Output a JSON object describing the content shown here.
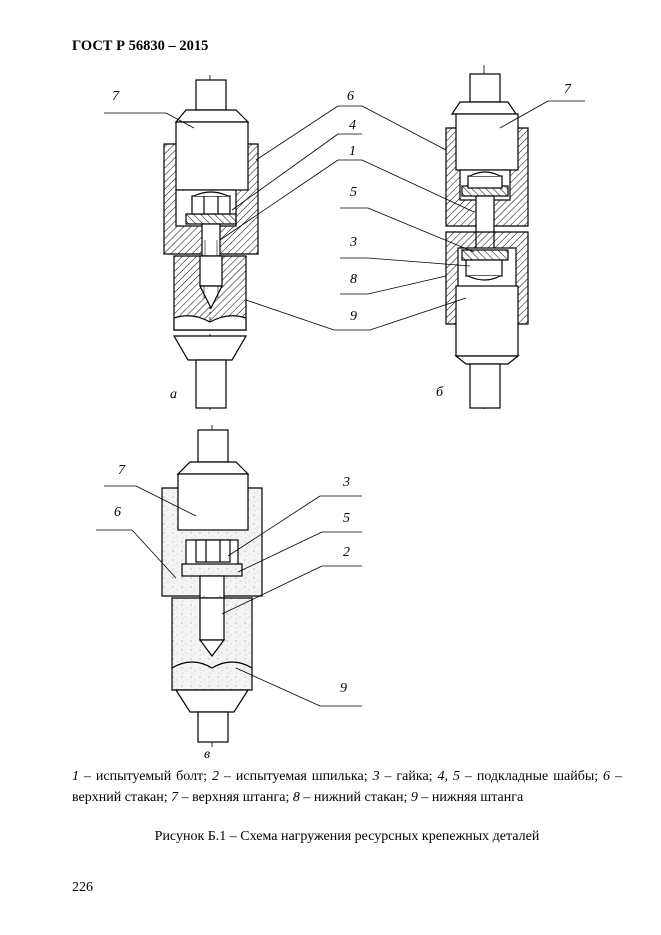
{
  "header": {
    "standard": "ГОСТ Р 56830 – 2015"
  },
  "drawings": {
    "a": {
      "label": "а",
      "callouts": [
        "7",
        "6",
        "4",
        "1",
        "9"
      ]
    },
    "b": {
      "label": "б",
      "callouts": [
        "7",
        "6",
        "1",
        "5",
        "3",
        "8",
        "9"
      ]
    },
    "v": {
      "label": "в",
      "callouts": [
        "7",
        "6",
        "3",
        "5",
        "2",
        "9"
      ]
    }
  },
  "legend": {
    "items": [
      {
        "num": "1",
        "text": "испытуемый болт"
      },
      {
        "num": "2",
        "text": "испытуемая шпилька"
      },
      {
        "num": "3",
        "text": "гайка"
      },
      {
        "num": "4, 5",
        "text": "подкладные шайбы"
      },
      {
        "num": "6",
        "text": "верхний стакан"
      },
      {
        "num": "7",
        "text": "верхняя штанга"
      },
      {
        "num": "8",
        "text": "нижний стакан"
      },
      {
        "num": "9",
        "text": "нижняя штанга"
      }
    ]
  },
  "caption": "Рисунок Б.1 – Схема нагружения ресурсных крепежных деталей",
  "page_number": "226"
}
